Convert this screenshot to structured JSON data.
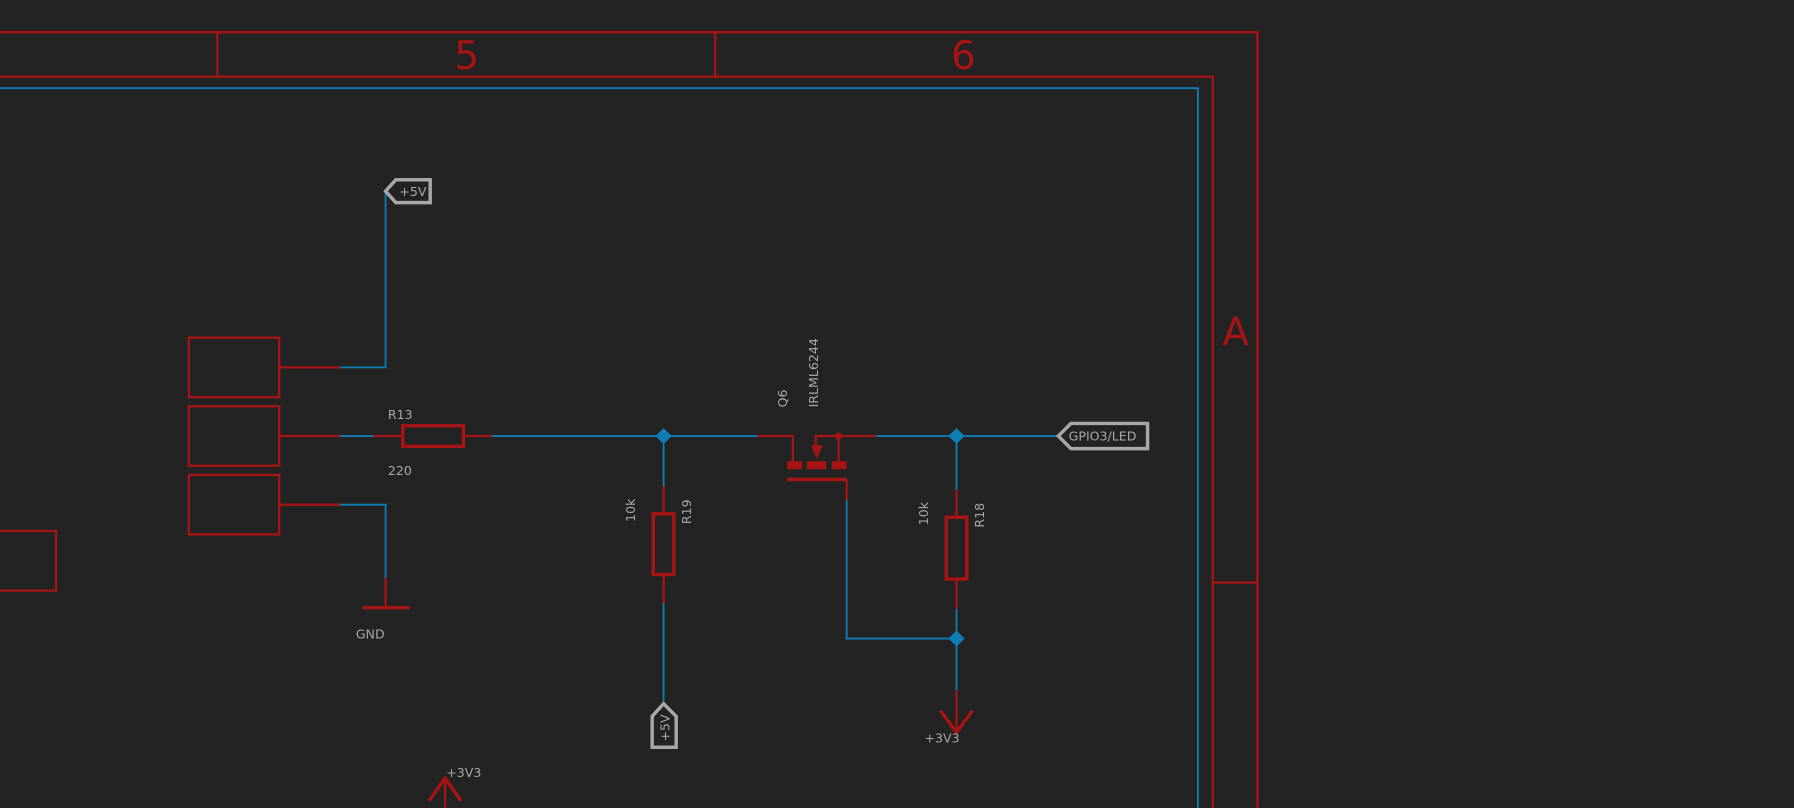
{
  "frame": {
    "columns": [
      "5",
      "6"
    ],
    "rows": [
      "A"
    ]
  },
  "components": {
    "r13": {
      "name": "R13",
      "value": "220"
    },
    "r19": {
      "name": "R19",
      "value": "10k"
    },
    "r18": {
      "name": "R18",
      "value": "10k"
    },
    "q6": {
      "name": "Q6",
      "value": "IRLML6244"
    }
  },
  "labels": {
    "plus5v_top": "+5V",
    "plus5v_bottom": "+5V",
    "gpio": "GPIO3/LED",
    "gnd": "GND",
    "plus3v3_right": "+3V3",
    "plus3v3_bottom": "+3V3"
  },
  "colors": {
    "background": "#232323",
    "symbol": "#a61414",
    "wire": "#0f7db5",
    "text": "#a8a8a8"
  }
}
